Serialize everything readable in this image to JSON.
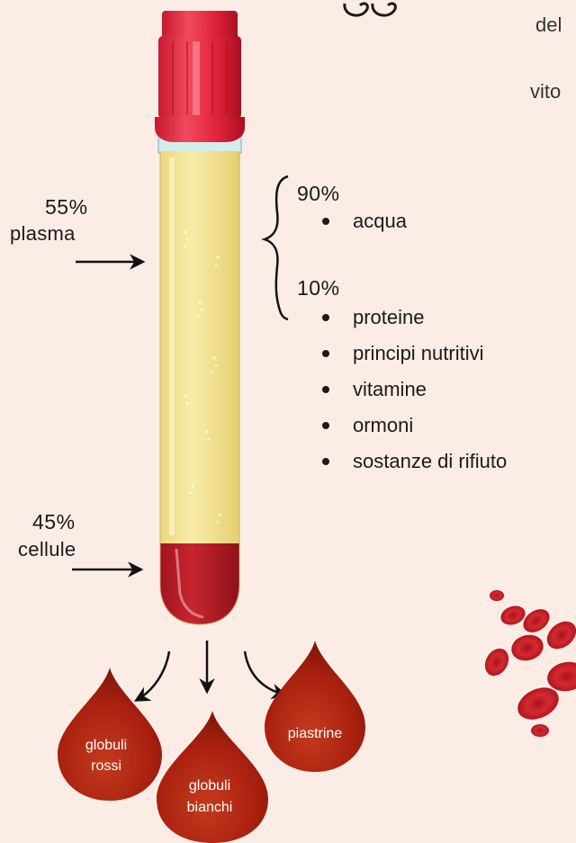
{
  "header_fragment": {
    "line1": "del",
    "line2": "vito"
  },
  "plasma": {
    "percent": "55%",
    "label": "plasma"
  },
  "cells": {
    "percent": "45%",
    "label": "cellule"
  },
  "water": {
    "percent": "90%",
    "item": "acqua"
  },
  "solutes": {
    "percent": "10%",
    "items": [
      "proteine",
      "principi nutritivi",
      "vitamine",
      "ormoni",
      "sostanze di rifiuto"
    ]
  },
  "drops": [
    {
      "line1": "globuli",
      "line2": "rossi"
    },
    {
      "line1": "globuli",
      "line2": "bianchi"
    },
    {
      "line1": "piastrine",
      "line2": ""
    }
  ],
  "colors": {
    "background": "#fcece6",
    "cap_red": "#e0223a",
    "plasma_yellow": "#f5e79a",
    "blood_red": "#b81c24",
    "drop_red": "#a8200e"
  }
}
